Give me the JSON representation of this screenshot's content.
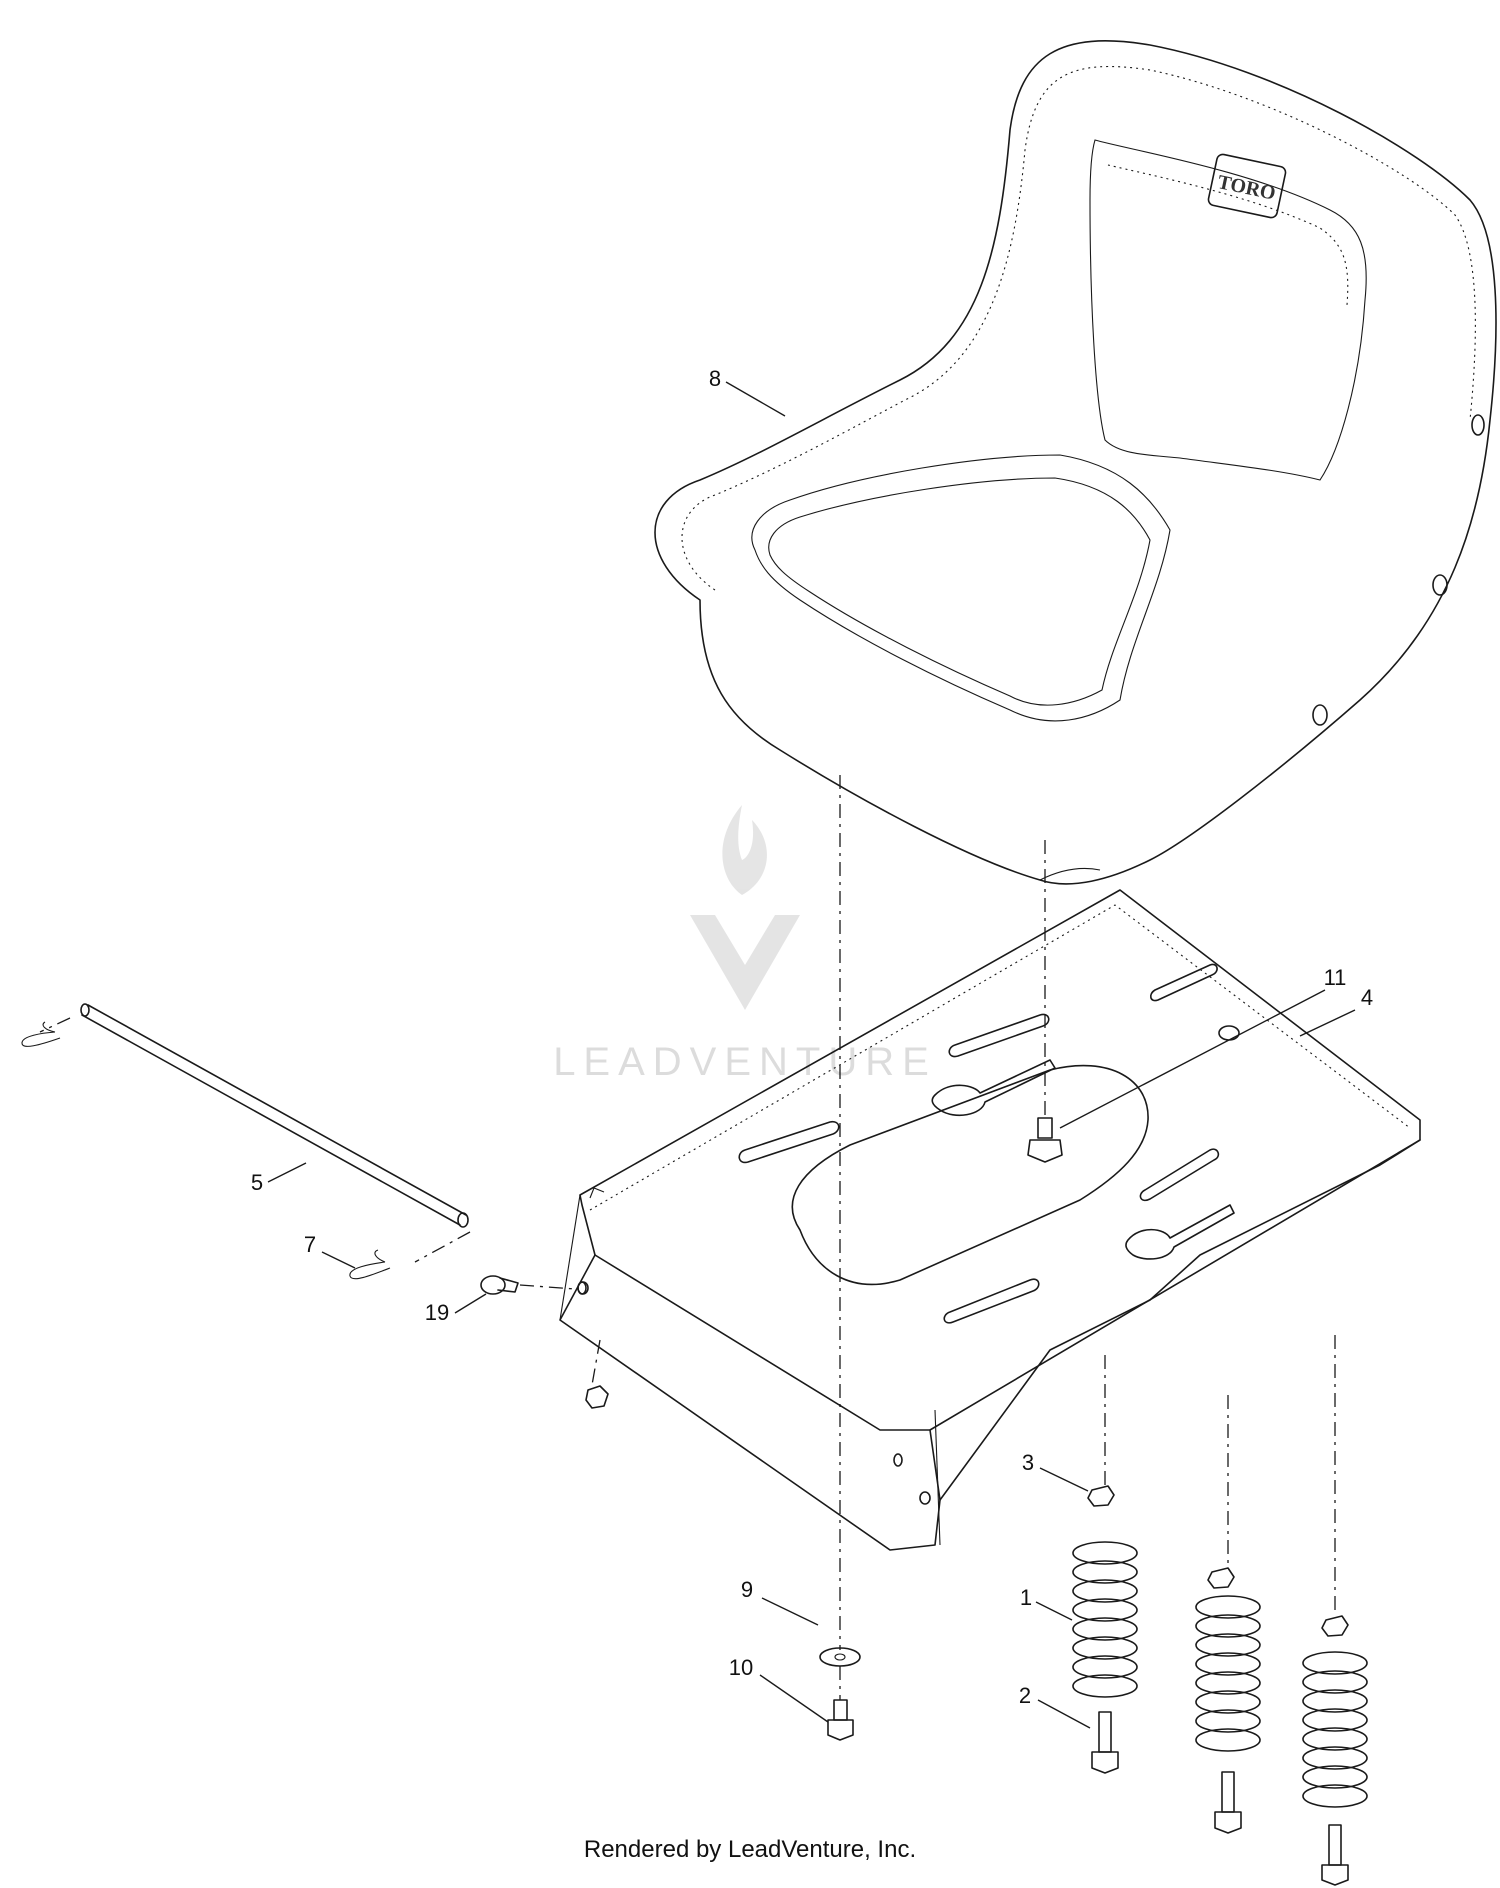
{
  "diagram": {
    "seat_brand": "TORO",
    "watermark": "LEADVENTURE",
    "footer": "Rendered by LeadVenture, Inc.",
    "callouts": {
      "c8": "8",
      "c11": "11",
      "c4": "4",
      "c5": "5",
      "c7": "7",
      "c19": "19",
      "c3": "3",
      "c1": "1",
      "c9": "9",
      "c10": "10",
      "c2": "2"
    }
  }
}
